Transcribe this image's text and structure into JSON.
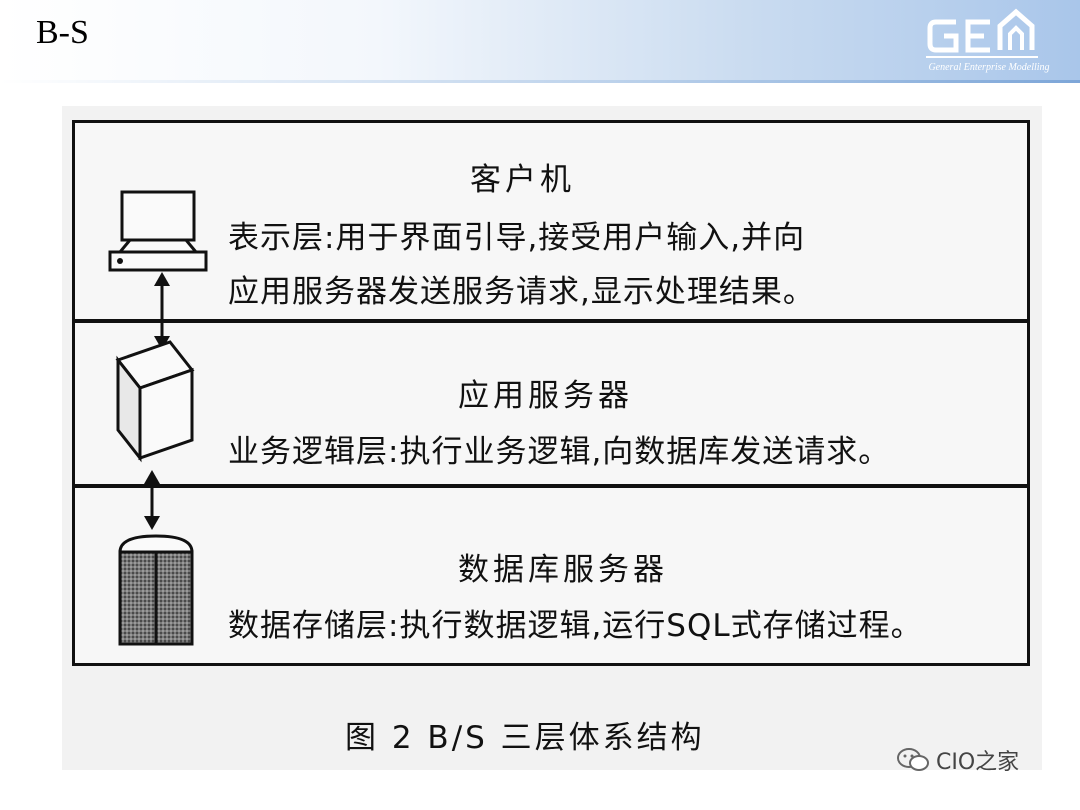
{
  "slide": {
    "title": "B-S",
    "logo": {
      "text": "GEM",
      "caption": "General Enterprise Modelling"
    }
  },
  "figure": {
    "layers": [
      {
        "name": "客户机",
        "lines": [
          "表示层:用于界面引导,接受用户输入,并向",
          "应用服务器发送服务请求,显示处理结果。"
        ],
        "icon": "client-computer-icon"
      },
      {
        "name": "应用服务器",
        "lines": [
          "业务逻辑层:执行业务逻辑,向数据库发送请求。"
        ],
        "icon": "application-server-icon"
      },
      {
        "name": "数据库服务器",
        "lines": [
          "数据存储层:执行数据逻辑,运行SQL式存储过程。"
        ],
        "icon": "database-server-icon"
      }
    ],
    "caption": "图 2 B/S 三层体系结构"
  },
  "watermark": {
    "icon": "wechat-icon",
    "text": "CIO之家"
  },
  "colors": {
    "header_accent": "#a9c6ea",
    "line": "#111111"
  }
}
